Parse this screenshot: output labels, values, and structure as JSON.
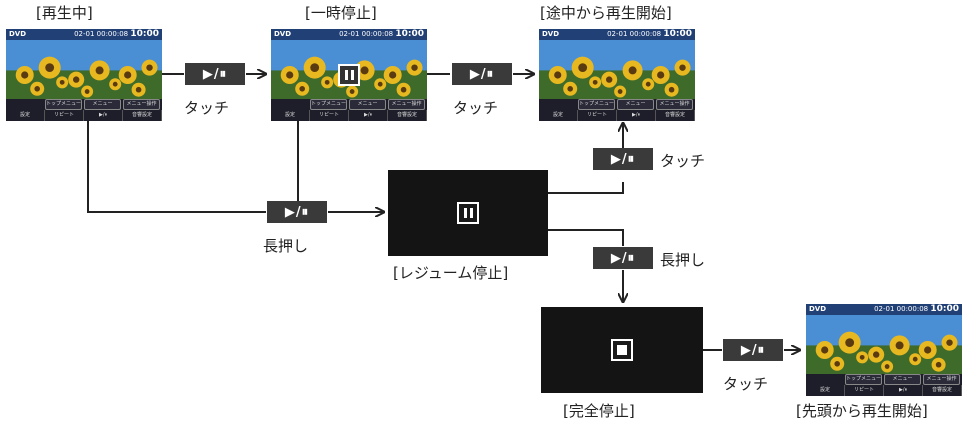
{
  "captions": {
    "playing": "[再生中]",
    "paused": "[一時停止]",
    "resume_mid": "[途中から再生開始]",
    "resume_stop": "[レジューム停止]",
    "full_stop": "[完全停止]",
    "resume_head": "[先頭から再生開始]"
  },
  "button_label": "▶/⏸",
  "actions": {
    "touch": "タッチ",
    "long_press": "長押し"
  },
  "screen": {
    "source": "DVD",
    "chapter": "02-01",
    "elapsed": "00:00:08",
    "clock": "10:00",
    "menu": [
      "トップメニュー",
      "メニュー",
      "メニュー操作"
    ],
    "controls": [
      "設定",
      "リピート",
      "▶/⏸",
      "音響設定"
    ]
  },
  "colors": {
    "sky": "#4a8fd4",
    "sunflower": "#e8b820",
    "leaf": "#3f6b2a",
    "stop_screen": "#141414",
    "button": "#3a3a3a"
  }
}
